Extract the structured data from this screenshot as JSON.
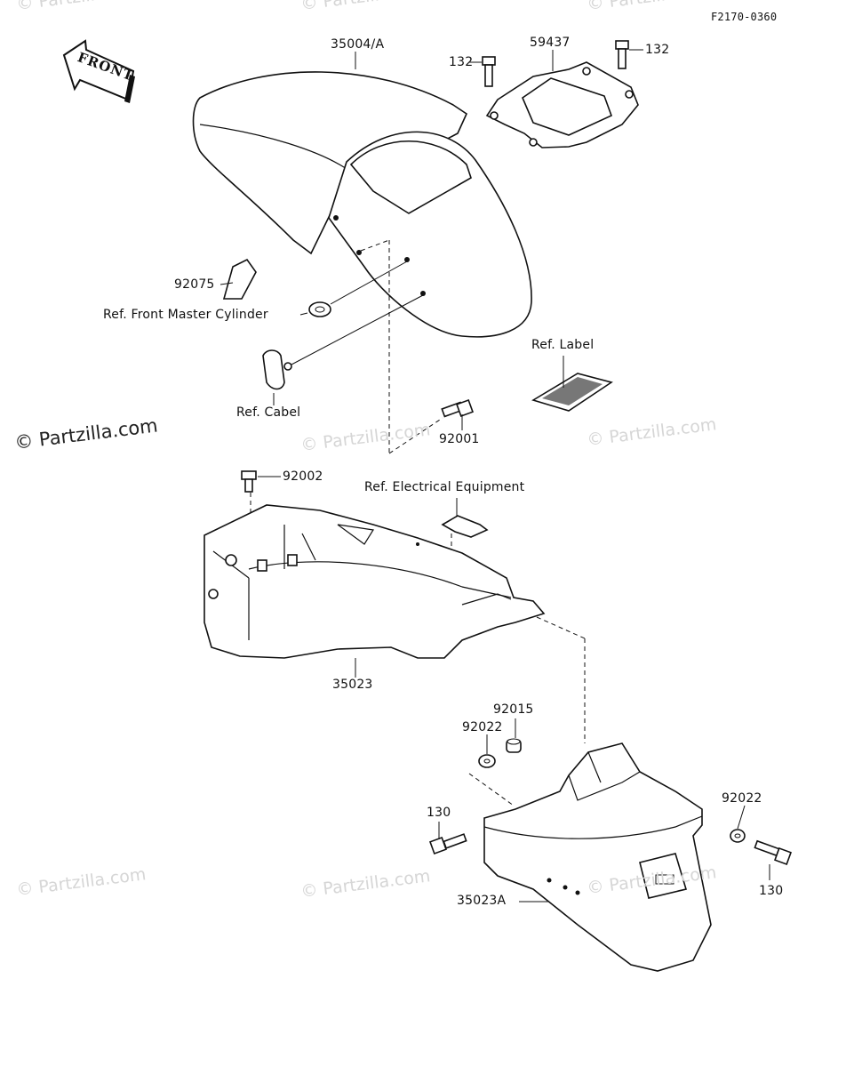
{
  "figure_code": "F2170-0360",
  "front_arrow_text": "FRONT",
  "watermark": "© Partzilla.com",
  "labels": {
    "front_fender": "35004/A",
    "bolt_left_top": "132",
    "plate": "59437",
    "bolt_right_top": "132",
    "emblem": "92075",
    "ref_master_cylinder": "Ref. Front Master Cylinder",
    "ref_label": "Ref. Label",
    "ref_cabel": "Ref. Cabel",
    "bolt_92001": "92001",
    "bolt_92002": "92002",
    "ref_electrical": "Ref. Electrical Equipment",
    "rear_fender": "35023",
    "collar_92015": "92015",
    "washer_92022_left": "92022",
    "washer_92022_right": "92022",
    "bolt_130_left": "130",
    "bolt_130_right": "130",
    "rear_fender_flap": "35023A"
  }
}
